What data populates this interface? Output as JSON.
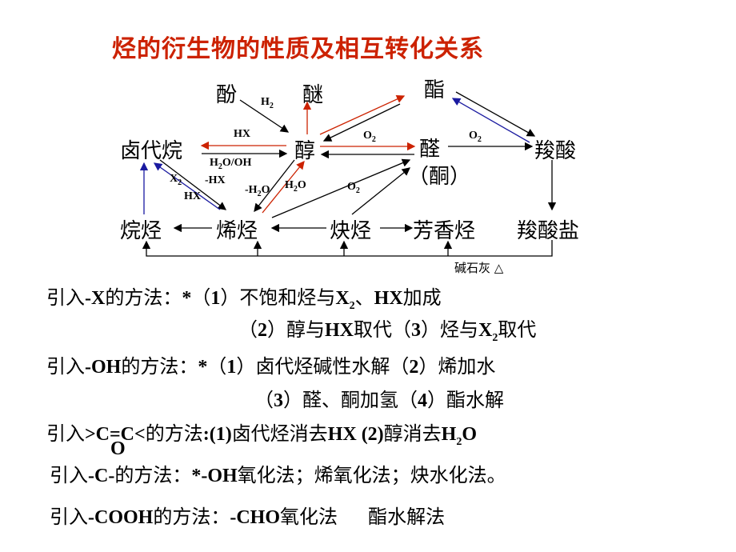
{
  "title": "烃的衍生物的性质及相互转化关系",
  "nodes": {
    "phenol": "酚",
    "ether": "醚",
    "ester": "酯",
    "haloalkane": "卤代烷",
    "alcohol": "醇",
    "aldehyde": "醛",
    "ketone": "（酮）",
    "acid": "羧酸",
    "alkane": "烷烃",
    "alkene": "烯烃",
    "alkyne": "炔烃",
    "aromatic": "芳香烃",
    "carboxylate": "羧酸盐"
  },
  "labels": {
    "h2": "H2",
    "hx": "HX",
    "h2o_oh": "H2O/OH",
    "o2_a": "O2",
    "o2_b": "O2",
    "o2_c": "O2",
    "x2": "X2",
    "minus_hx": "-HX",
    "hx2": "HX",
    "minus_h2o": "-H2O",
    "h2o": "H2O",
    "sodalime": "碱石灰 △"
  },
  "lines": [
    {
      "text": "引入-X的方法：*（1）不饱和烃与X2、HX加成"
    },
    {
      "text": "（2）醇与HX取代（3）烃与X2取代"
    },
    {
      "text": "引入-OH的方法：*（1）卤代烃碱性水解（2）烯加水"
    },
    {
      "text": "（3）醛、酮加氢（4）酯水解"
    },
    {
      "text": "引入>C=C<的方法:(1)卤代烃消去HX  (2)醇消去H2O"
    },
    {
      "text": "O"
    },
    {
      "text": "引入-C-的方法：*-OH氧化法；烯氧化法；炔水化法。"
    },
    {
      "text": "引入-COOH的方法：-CHO氧化法     酯水解法"
    }
  ],
  "colors": {
    "title": "#cc2200",
    "red_arrow": "#cc2200",
    "blue_arrow": "#1a1aa0",
    "black": "#000000"
  }
}
